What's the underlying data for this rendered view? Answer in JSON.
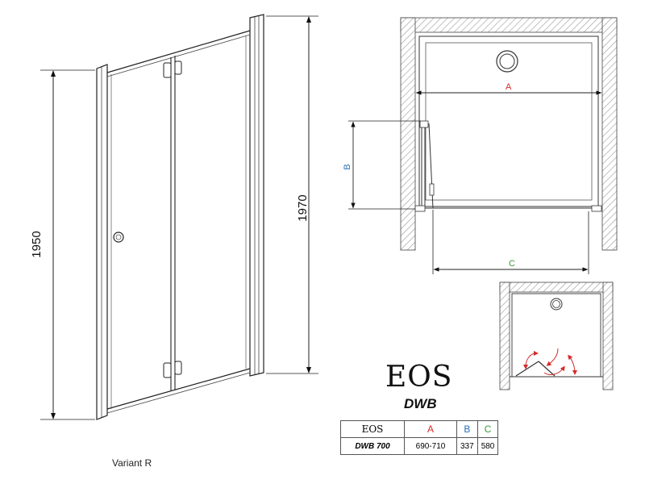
{
  "dimensions": {
    "height_panel": "1950",
    "height_total": "1970"
  },
  "plan_labels": {
    "a": "A",
    "b": "B",
    "c": "C"
  },
  "product": {
    "name": "EOS",
    "model_line": "DWB"
  },
  "variant": "Variant R",
  "table": {
    "headers": {
      "model": "EOS",
      "a": "A",
      "b": "B",
      "c": "C"
    },
    "rows": [
      {
        "model": "DWB 700",
        "a": "690-710",
        "b": "337",
        "c": "580"
      }
    ]
  },
  "colors": {
    "a": "#d42a2a",
    "b": "#2a6fb8",
    "c": "#3a9a3a"
  },
  "icons": [
    "hinge-icon",
    "door-handle-icon",
    "drain-icon",
    "swing-arrow-icon"
  ]
}
